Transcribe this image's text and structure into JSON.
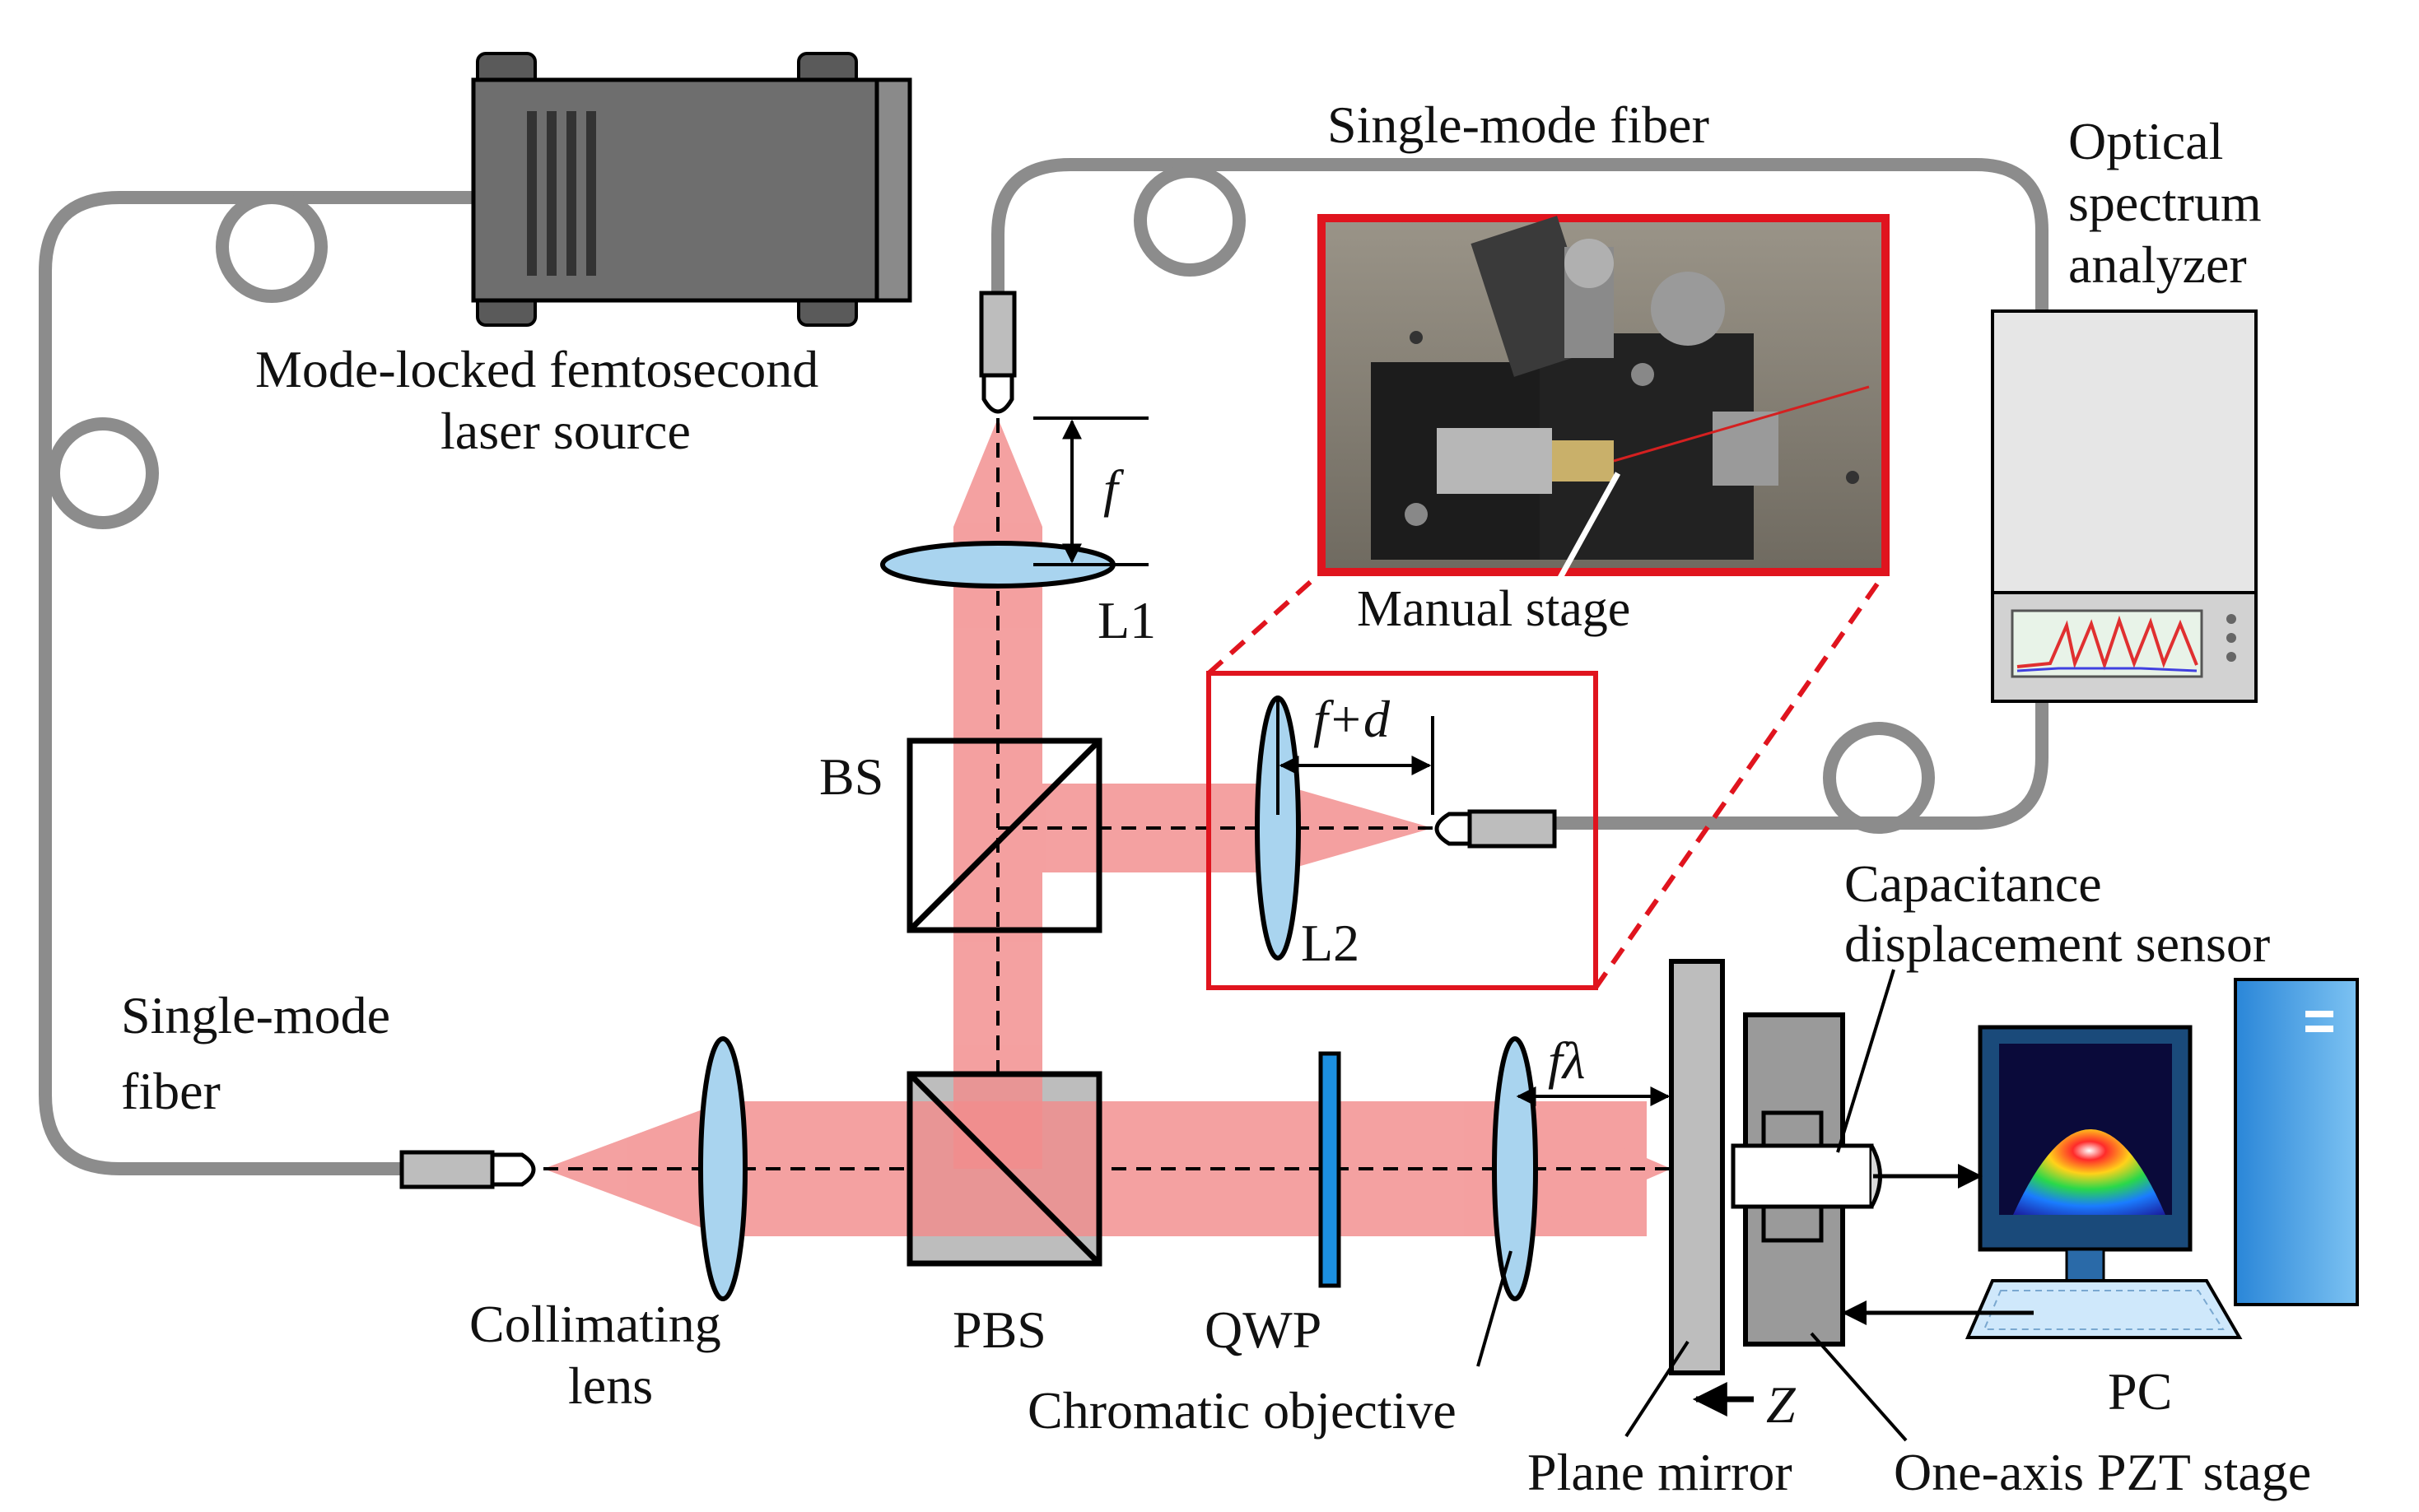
{
  "labels": {
    "laser_line1": "Mode-locked femtosecond",
    "laser_line2": "laser source",
    "fiber_top": "Single-mode fiber",
    "fiber_left_line1": "Single-mode",
    "fiber_left_line2": "fiber",
    "osa_line1": "Optical",
    "osa_line2": "spectrum",
    "osa_line3": "analyzer",
    "lens_l1": "L1",
    "lens_l2": "L2",
    "bs": "BS",
    "pbs": "PBS",
    "qwp": "QWP",
    "collimating_line1": "Collimating",
    "collimating_line2": "lens",
    "chromatic_objective": "Chromatic objective",
    "plane_mirror": "Plane mirror",
    "pzt_stage": "One-axis PZT stage",
    "cap_sensor_line1": "Capacitance",
    "cap_sensor_line2": "displacement sensor",
    "pc": "PC",
    "manual_stage": "Manual stage",
    "dim_f": "f",
    "dim_fd": "f+d",
    "dim_flambda": "fλ",
    "axis_z": "Z"
  },
  "colors": {
    "beam": "#f28c8c",
    "fiber": "#8c8c8c",
    "lens": "#a9d4ef",
    "highlight_box": "#e0141e",
    "laser_body": "#6e6e6e"
  },
  "icons": {
    "laser": "laser-source-icon",
    "osa": "spectrum-analyzer-icon",
    "pc": "computer-icon",
    "photo": "manual-stage-photo"
  }
}
